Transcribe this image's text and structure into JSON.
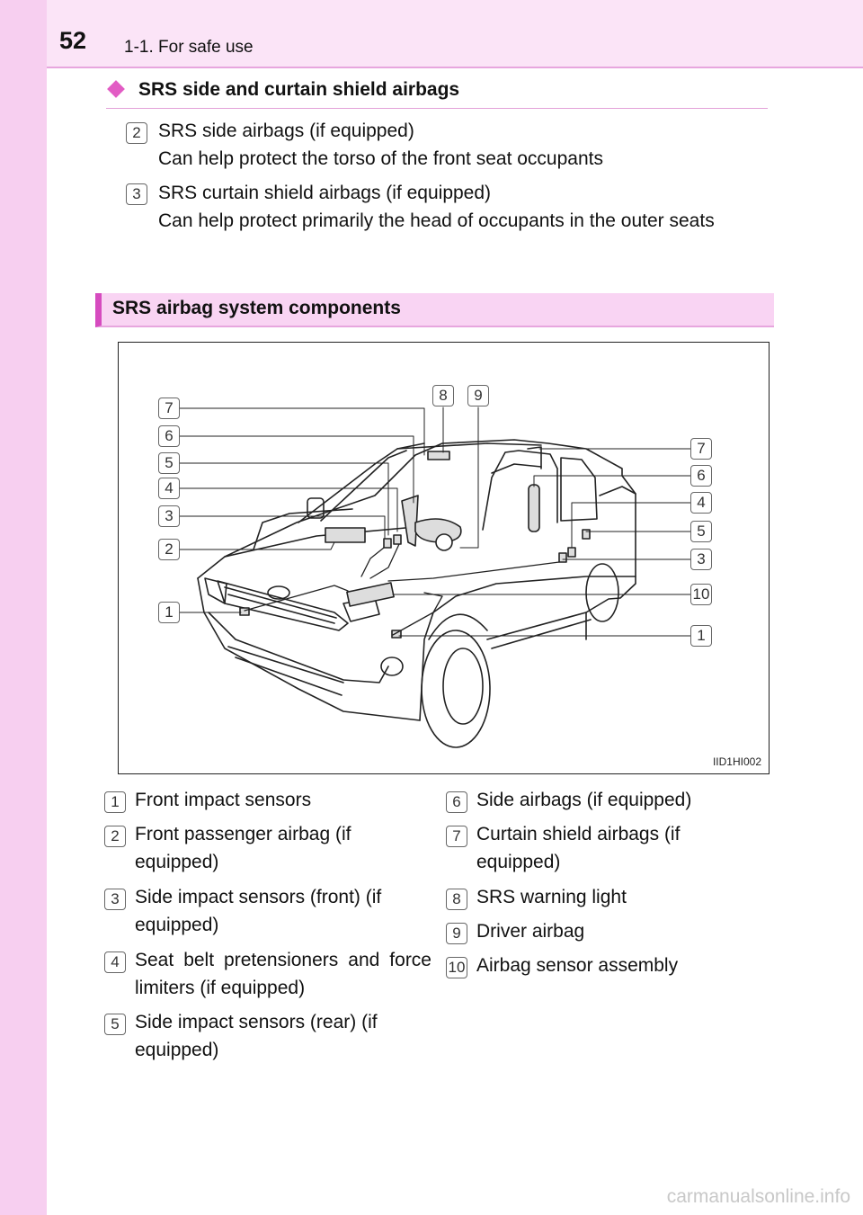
{
  "header": {
    "page_number": "52",
    "breadcrumb": "1-1. For safe use"
  },
  "section": {
    "title": "SRS side and curtain shield airbags",
    "items": [
      {
        "num": "2",
        "title": "SRS side airbags (if equipped)",
        "desc": "Can help protect the torso of the front seat occupants"
      },
      {
        "num": "3",
        "title": "SRS curtain shield airbags (if equipped)",
        "desc": "Can help protect primarily the head of occupants in the outer seats"
      }
    ]
  },
  "components": {
    "title": "SRS airbag system components",
    "figure_code": "IID1HI002",
    "callouts_left": [
      "7",
      "6",
      "5",
      "4",
      "3",
      "2",
      "1"
    ],
    "callouts_top": [
      "8",
      "9"
    ],
    "callouts_right": [
      "7",
      "6",
      "4",
      "5",
      "3",
      "10",
      "1"
    ],
    "legend": [
      {
        "num": "1",
        "text": "Front impact sensors"
      },
      {
        "num": "2",
        "text": "Front passenger airbag (if equipped)"
      },
      {
        "num": "3",
        "text": "Side impact sensors (front) (if equipped)"
      },
      {
        "num": "4",
        "text": "Seat belt pretensioners and force limiters (if equipped)"
      },
      {
        "num": "5",
        "text": "Side impact sensors (rear) (if equipped)"
      },
      {
        "num": "6",
        "text": "Side airbags (if equipped)"
      },
      {
        "num": "7",
        "text": "Curtain shield airbags (if equipped)"
      },
      {
        "num": "8",
        "text": "SRS warning light"
      },
      {
        "num": "9",
        "text": "Driver airbag"
      },
      {
        "num": "10",
        "text": "Airbag sensor assembly"
      }
    ]
  },
  "watermark": "carmanualsonline.info",
  "colors": {
    "sidebar": "#f7cff0",
    "accent": "#d64bbf",
    "heading_bar": "#f9d4f3"
  }
}
